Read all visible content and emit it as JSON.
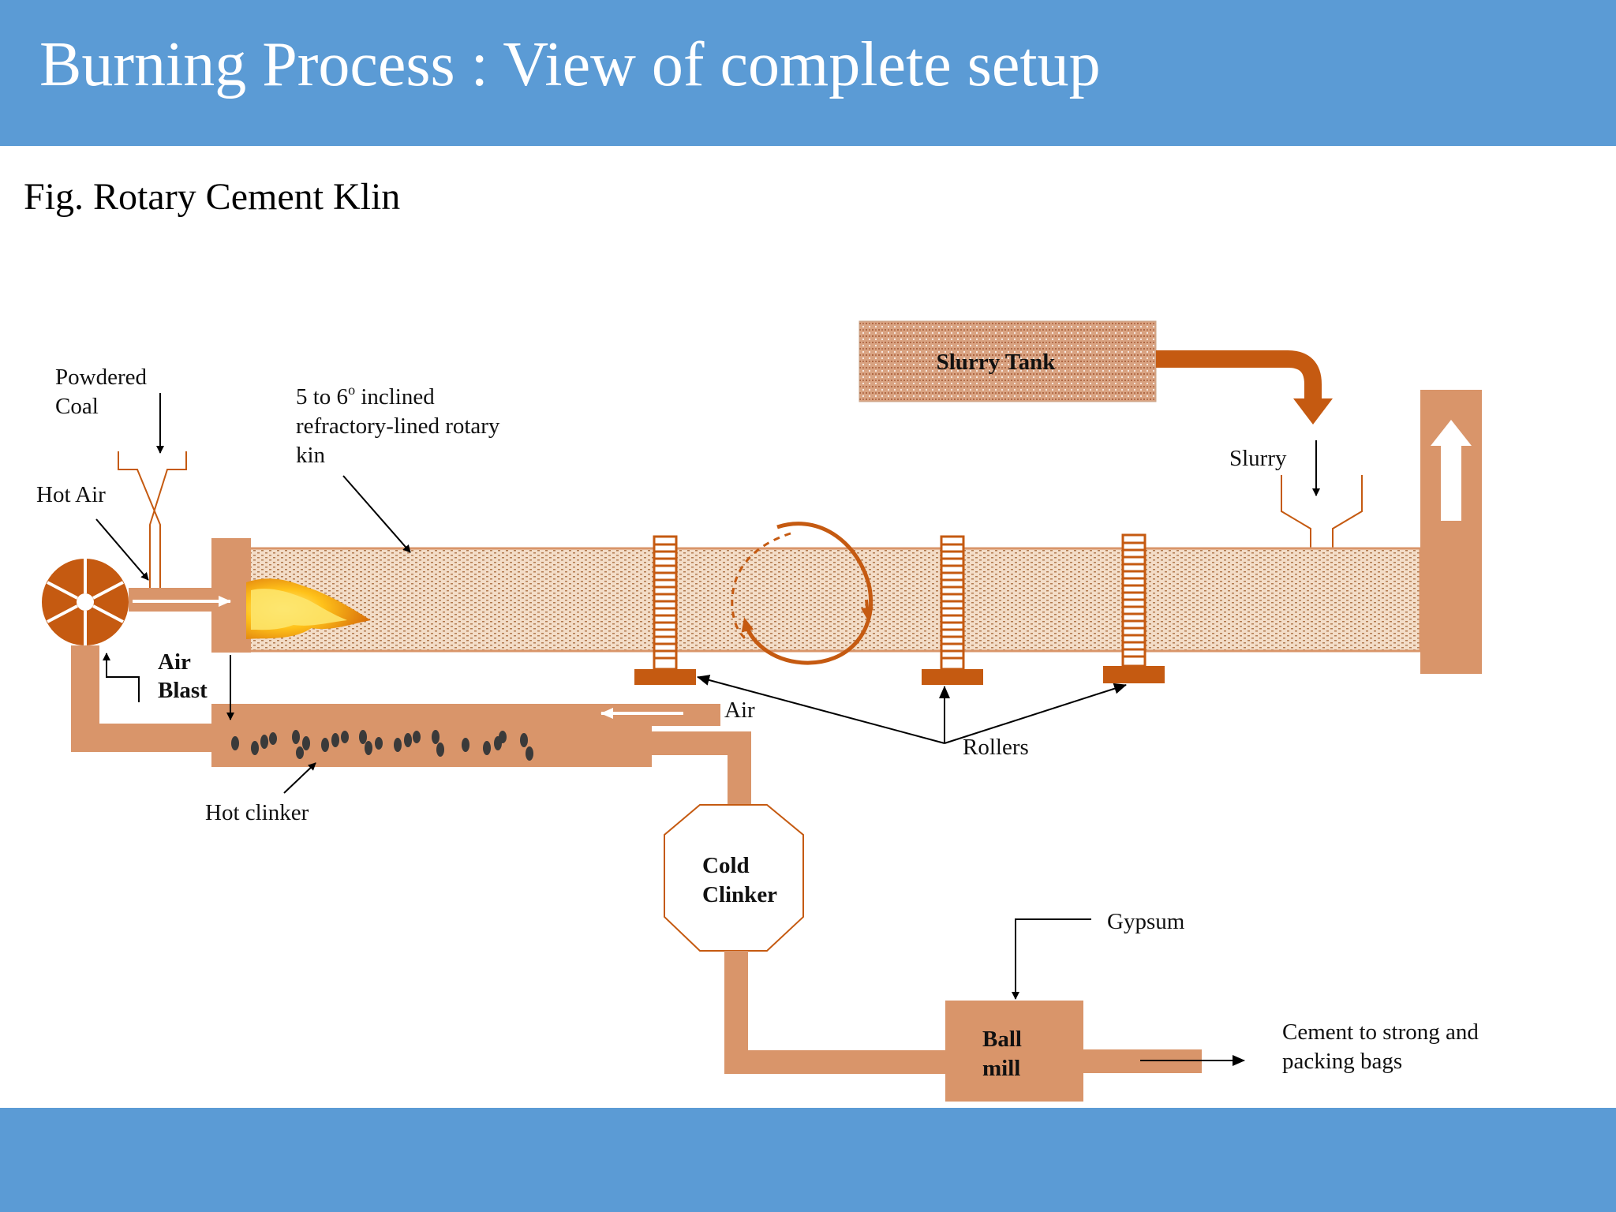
{
  "slide": {
    "title": "Burning Process : View of complete setup",
    "caption": "Fig. Rotary Cement Klin"
  },
  "colors": {
    "band": "#5b9bd5",
    "pipe": "#d9956a",
    "rust": "#c55a11",
    "kiln_fill": "#f3ddc8",
    "kiln_dot": "#b0794e",
    "clinker": "#3a3a3a"
  },
  "labels": {
    "powdered_coal": [
      "Powdered",
      "Coal"
    ],
    "hot_air": "Hot Air",
    "inclined_kiln": {
      "line1_prefix": "5 to 6",
      "degree": "o",
      "line1_suffix": " inclined",
      "line2": "refractory-lined rotary",
      "line3": "kin"
    },
    "slurry_tank": "Slurry Tank",
    "slurry": "Slurry",
    "air_blast": [
      "Air",
      "Blast"
    ],
    "air": "Air",
    "rollers": "Rollers",
    "hot_clinker": "Hot clinker",
    "cold_clinker": [
      "Cold",
      "Clinker"
    ],
    "gypsum": "Gypsum",
    "ball_mill": [
      "Ball",
      "mill"
    ],
    "cement_output": [
      "Cement to strong and",
      "packing bags"
    ]
  }
}
